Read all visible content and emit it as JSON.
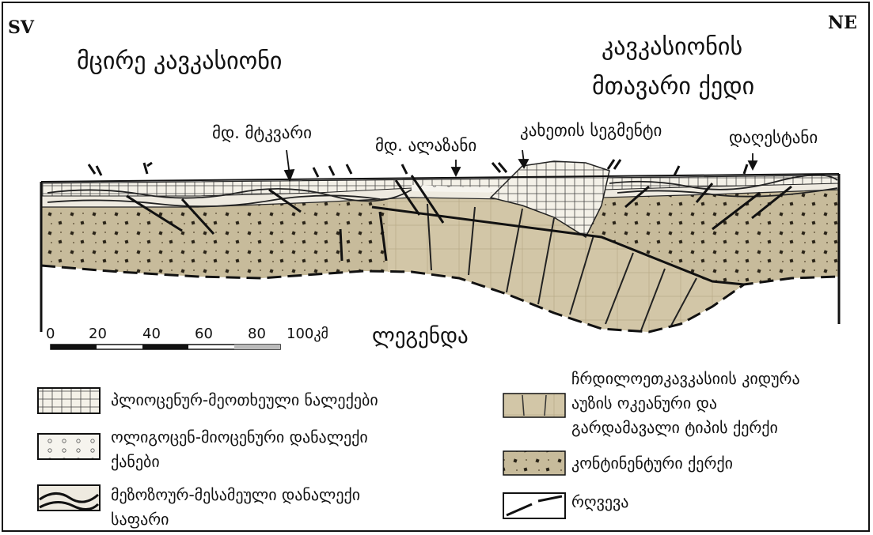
{
  "directions": {
    "left": "SV",
    "right": "NE"
  },
  "regions": {
    "lesser_caucasus": "მცირე კავკასიონი",
    "greater_caucasus_line1": "კავკასიონის",
    "greater_caucasus_line2": "მთავარი ქედი"
  },
  "places": {
    "mtkvari": "მდ. მტკვარი",
    "alazani": "მდ. ალაზანი",
    "kakheti_segment": "კახეთის სეგმენტი",
    "dagestan": "დაღესტანი"
  },
  "scale": {
    "ticks": [
      "0",
      "20",
      "40",
      "60",
      "80",
      "100კმ"
    ]
  },
  "legend": {
    "title": "ლეგენდა",
    "items": [
      {
        "lines": [
          "პლიოცენურ-მეოთხეული ნალექები"
        ]
      },
      {
        "lines": [
          "ოლიგოცენ-მიოცენური დანალექი",
          "ქანები"
        ]
      },
      {
        "lines": [
          "მეზოზოურ-მესამეული დანალექი",
          "საფარი"
        ]
      },
      {
        "lines": [
          "ჩრდილოეთკავკასიის კიდურა",
          "აუზის ოკეანური და",
          "გარდამავალი ტიპის ქერქი"
        ]
      },
      {
        "lines": [
          "კონტინენტური ქერქი"
        ]
      },
      {
        "lines": [
          "რღვევა"
        ]
      }
    ]
  },
  "colors": {
    "continental_crust": "#c7bb9b",
    "oceanic_crust": "#d2c6a7",
    "pliocene_fill": "#f2efe6",
    "ink": "#111111"
  }
}
